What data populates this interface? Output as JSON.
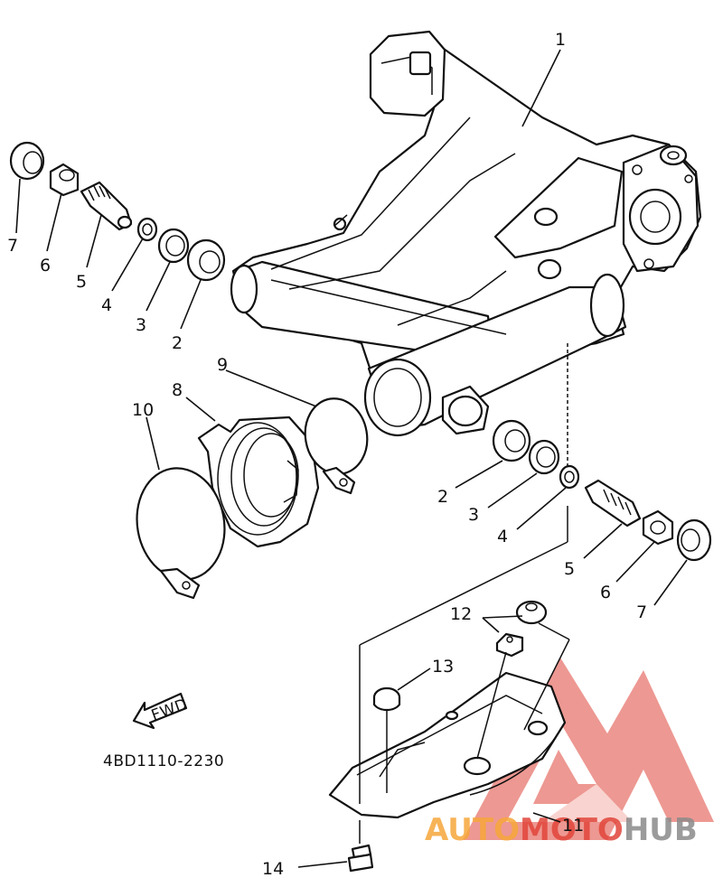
{
  "callouts": {
    "c1": "1",
    "c2a": "2",
    "c3a": "3",
    "c4a": "4",
    "c5a": "5",
    "c6a": "6",
    "c7a": "7",
    "c2b": "2",
    "c3b": "3",
    "c4b": "4",
    "c5b": "5",
    "c6b": "6",
    "c7b": "7",
    "c8": "8",
    "c9": "9",
    "c10": "10",
    "c11": "11",
    "c12": "12",
    "c13": "13",
    "c14": "14"
  },
  "fwd_label": "FWD",
  "diagram_code": "4BD1110-2230",
  "watermark": {
    "part1": "AUTO",
    "part2": "MOTO",
    "part3": "HUB",
    "colors": {
      "orange": "#f6a63a",
      "red": "#e0443a",
      "gray": "#8a8a8a"
    }
  }
}
